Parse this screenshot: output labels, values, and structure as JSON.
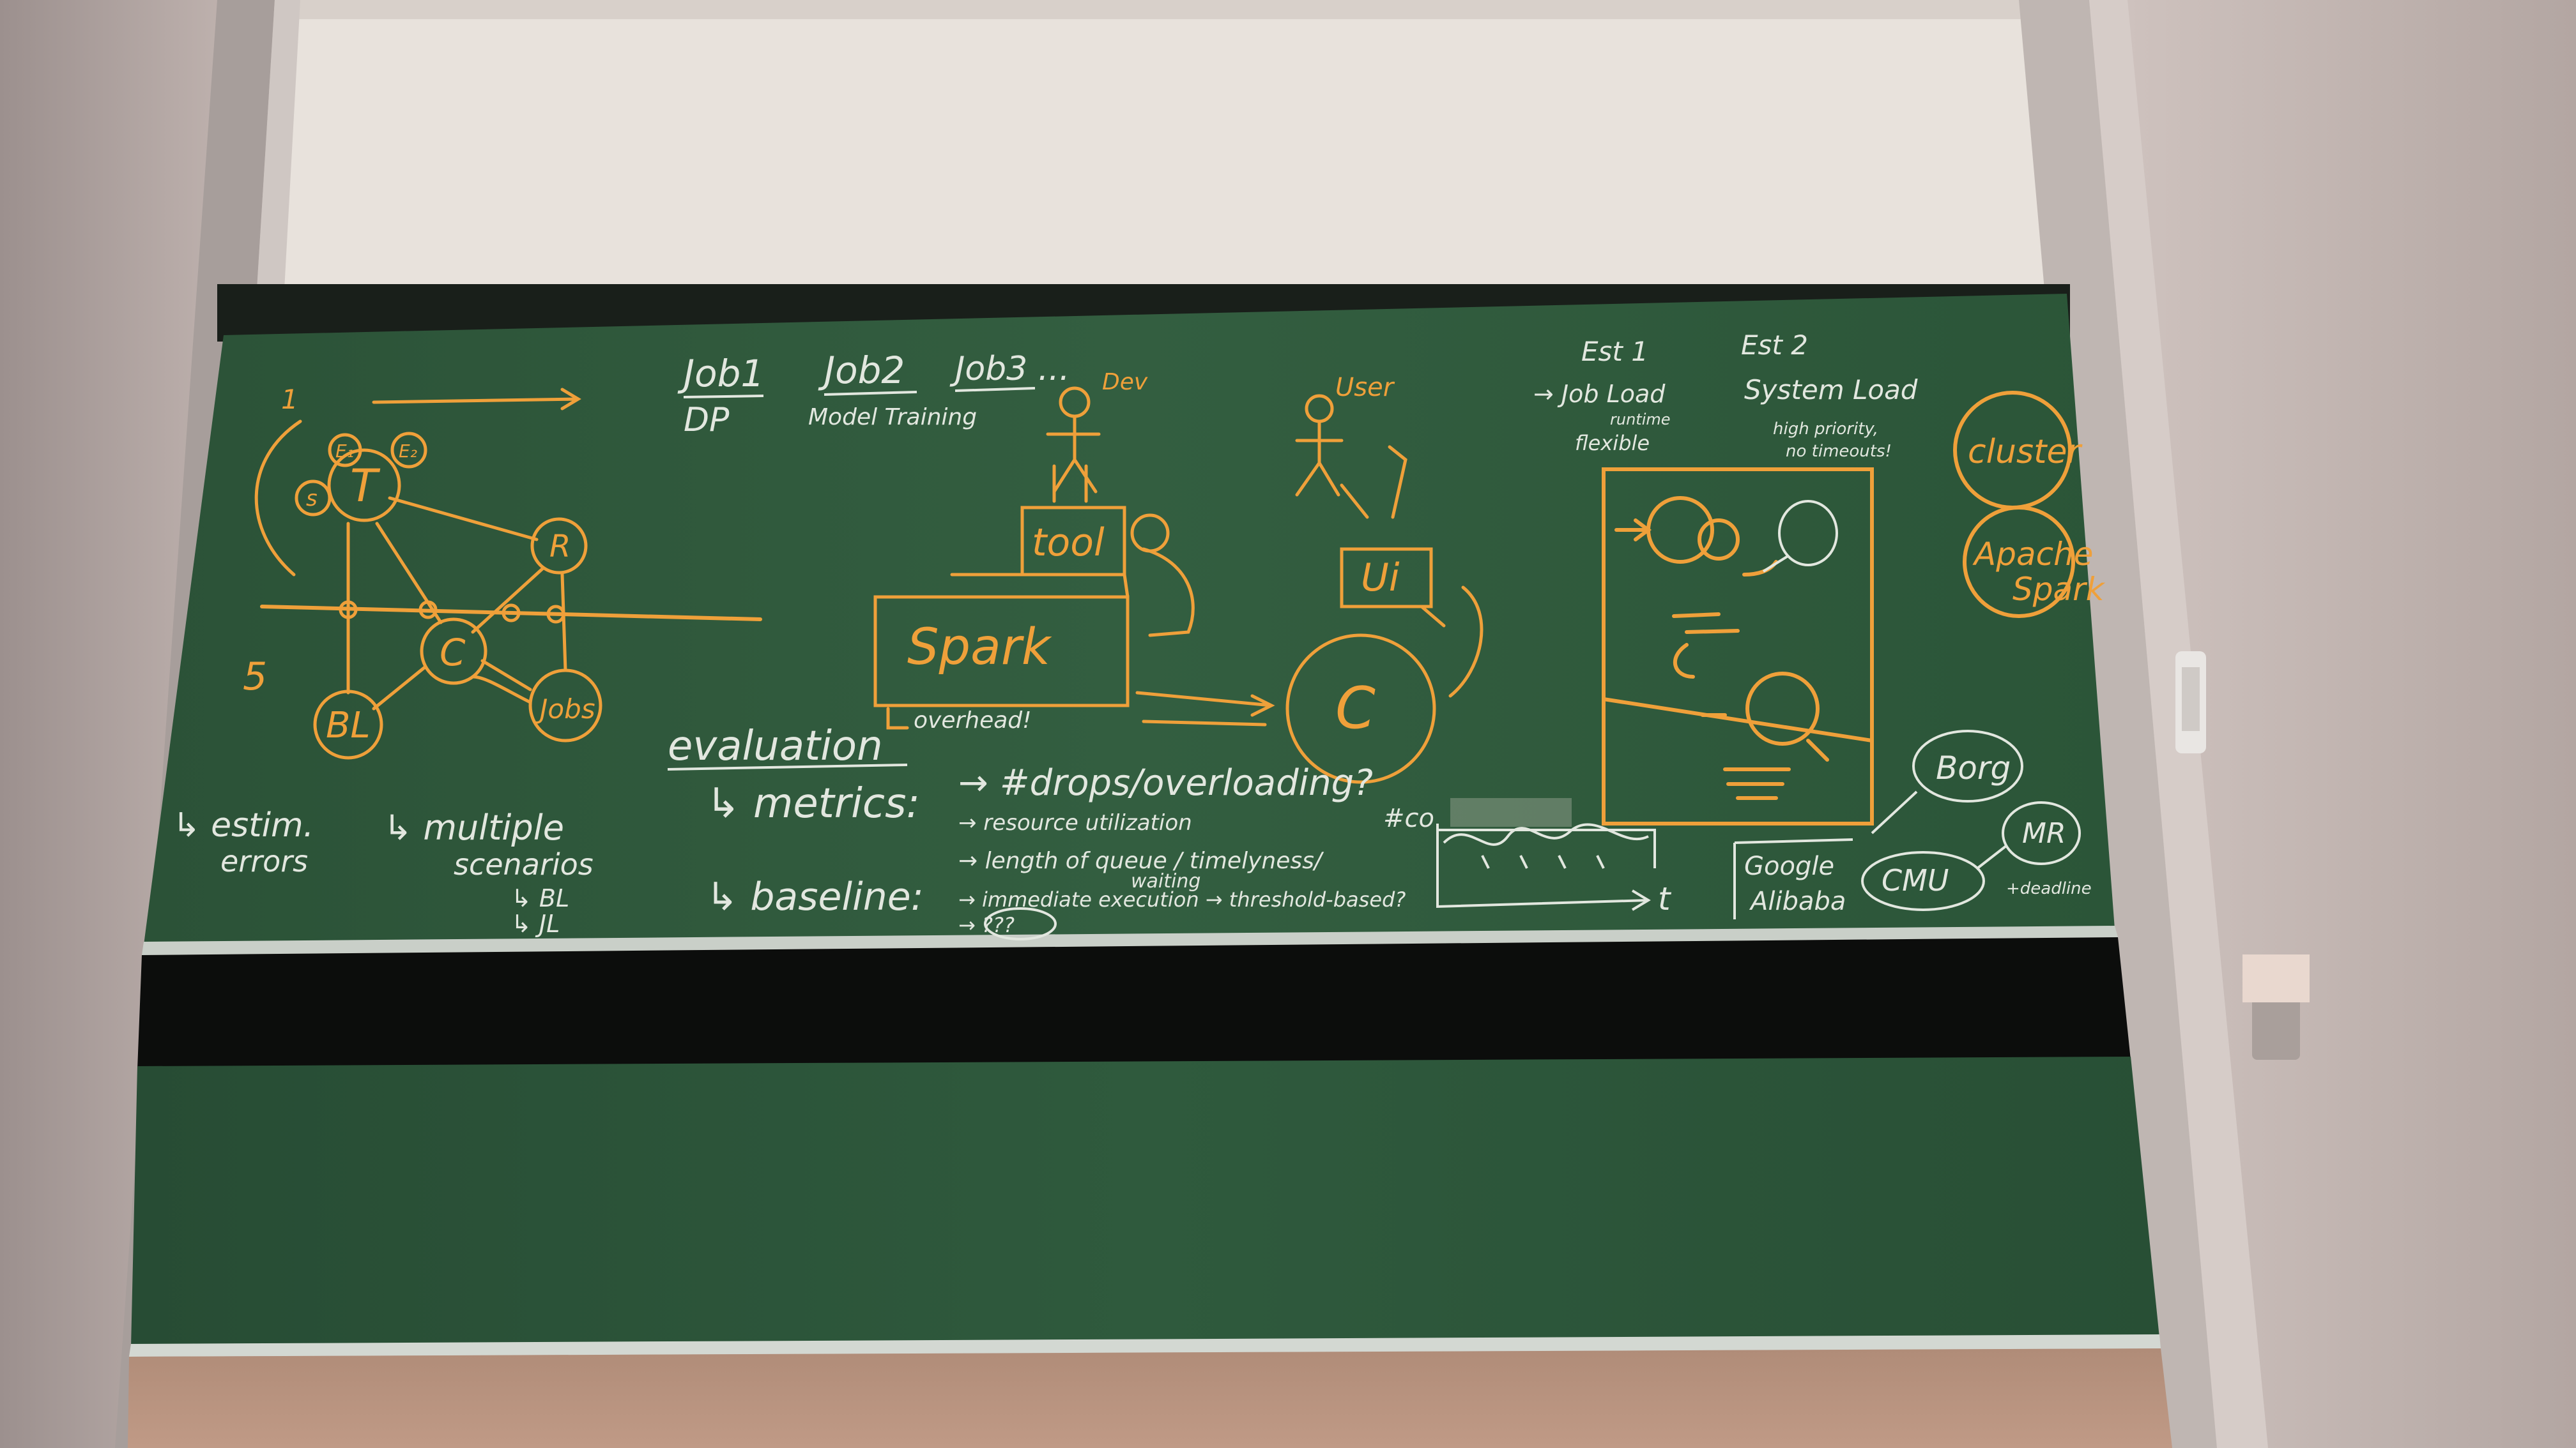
{
  "colors": {
    "wall": "#c2b5b1",
    "wall_shadow": "#8f8381",
    "screen": "#e6e0da",
    "frame": "#a9a09d",
    "board_green": "#2f573b",
    "board_dark": "#203e2b",
    "chalk_orange": "#f0a23c",
    "chalk_white": "#e3e8e0",
    "gap": "#0b0c0b"
  },
  "board": {
    "left_diagram": {
      "node_t": "T",
      "node_s": "s",
      "node_e1": "E₁",
      "node_e2": "E₂",
      "node_r": "R",
      "node_c": "C",
      "node_bl": "BL",
      "node_jobs": "Jobs",
      "mark_1": "1",
      "mark_5": "5"
    },
    "jobs_header": {
      "job1": "Job1",
      "job1_sub": "DP",
      "job2": "Job2",
      "job2_sub": "Model Training",
      "job3": "Job3 ...",
      "dev": "Dev"
    },
    "spark": {
      "label": "Spark",
      "overhead": "overhead!",
      "tool": "tool"
    },
    "user": {
      "label": "User",
      "ui": "Ui",
      "node_c": "C"
    },
    "est": {
      "est1": "Est 1",
      "est1_item": "→ Job Load",
      "est1_sub": "runtime",
      "est1_flex": "flexible",
      "est2": "Est 2",
      "est2_item": "System Load",
      "est2_note1": "high priority,",
      "est2_note2": "no timeouts!"
    },
    "right_circles": {
      "cluster": "cluster",
      "apache": "Apache",
      "spark": "Spark"
    },
    "evaluation": {
      "title": "evaluation",
      "metrics": "↳ metrics:",
      "m1": "→ #drops/overloading?",
      "m2": "→ resource utilization",
      "m3": "→ length of queue / timelyness/",
      "m3b": "waiting",
      "baseline": "↳ baseline:",
      "b1": "→ immediate execution → threshold-based?",
      "b2": "→ ???"
    },
    "bottom_left": {
      "estim1": "↳ estim.",
      "estim2": "errors",
      "multi1": "↳ multiple",
      "multi2": "scenarios",
      "bl": "↳ BL",
      "jl": "↳ JL"
    },
    "graph": {
      "hash_label": "#co",
      "axis_t": "t"
    },
    "sources": {
      "borg": "Borg",
      "mr": "MR",
      "google": "Google",
      "alibaba": "Alibaba",
      "cmu": "CMU",
      "deadline": "+deadline"
    }
  }
}
